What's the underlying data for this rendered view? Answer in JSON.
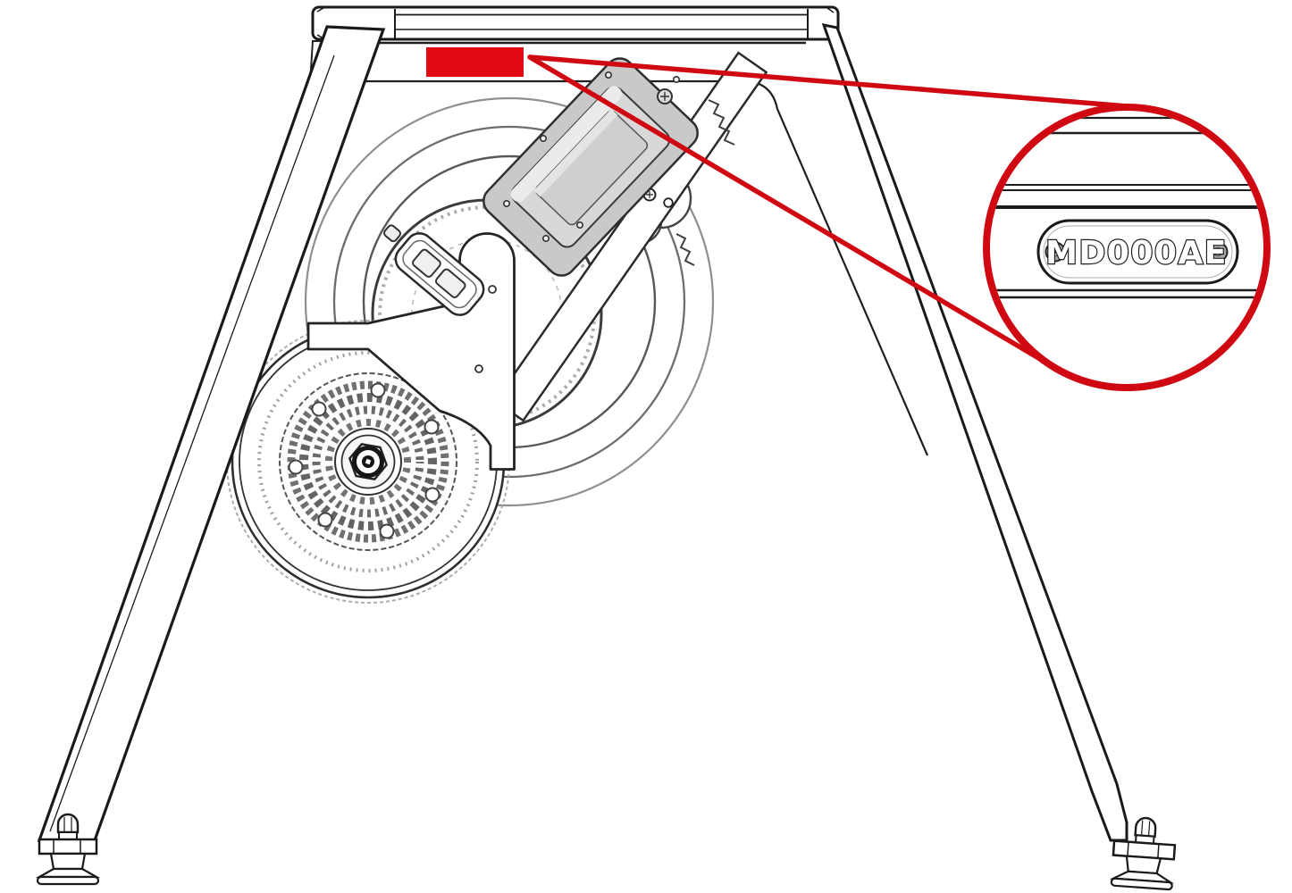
{
  "diagram": {
    "machine": "rowing-machine-front-frame-illustration",
    "highlight": "serial-number-location",
    "callout": "magnified-serial-label",
    "serial_plate": {
      "text": "MD000AE"
    },
    "colors": {
      "highlight_red": "#e20a12",
      "callout_red": "#cf0811",
      "line": "#1a1a1a",
      "panel_gray": "#c9c9c9"
    }
  }
}
